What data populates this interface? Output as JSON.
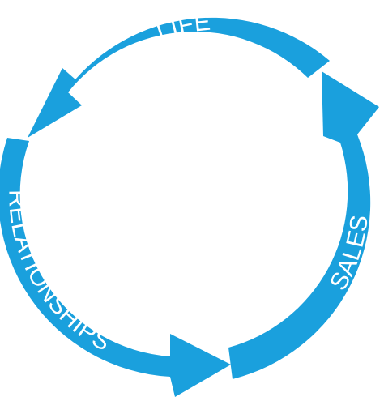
{
  "diagram": {
    "labels": {
      "life": "LIFE",
      "relationships": "RELATIONSHIPS",
      "sales": "SALES"
    },
    "arrow_color": "#1aa0dd",
    "label_color": "#ffffff",
    "arrows": [
      {
        "label_key": "life",
        "direction": "counter-clockwise"
      },
      {
        "label_key": "relationships",
        "direction": "counter-clockwise"
      },
      {
        "label_key": "sales",
        "direction": "counter-clockwise"
      }
    ]
  }
}
